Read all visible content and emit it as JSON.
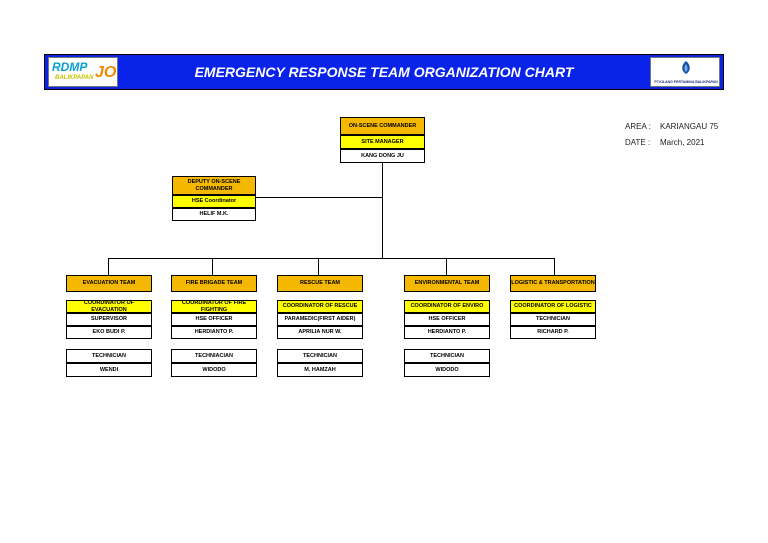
{
  "header": {
    "title": "EMERGENCY RESPONSE TEAM ORGANIZATION CHART",
    "logo_left": {
      "text_main": "RDMP",
      "text_sub": "BALIKPAPAN",
      "text_jo": "JO"
    },
    "logo_right": {
      "text": "PT.KILANG PERTAMINA BALIKPAPAN"
    }
  },
  "meta": {
    "area_label": "AREA :",
    "area_value": "KARIANGAU 75",
    "date_label": "DATE :",
    "date_value": "March, 2021"
  },
  "commander": {
    "title": "ON-SCENE COMMANDER",
    "role": "SITE MANAGER",
    "name": "KANG DONG JU"
  },
  "deputy": {
    "title": "DEPUTY ON-SCENE COMMANDER",
    "role": "HSE Coordinator",
    "name": "HELIF M.K."
  },
  "teams": [
    {
      "title": "EVACUATION TEAM",
      "coordinator": "COORDINATOR OF EVACUATION",
      "position": "SUPERVISOR",
      "person": "EKO BUDI P.",
      "member_role": "TECHNICIAN",
      "member_name": "WENDI"
    },
    {
      "title": "FIRE BRIGADE TEAM",
      "coordinator": "COORDINATOR OF FIRE FIGHTING",
      "position": "HSE OFFICER",
      "person": "HERDIANTO P.",
      "member_role": "TECHNIACIAN",
      "member_name": "WIDODO"
    },
    {
      "title": "RESCUE TEAM",
      "coordinator": "COORDINATOR OF RESCUE",
      "position": "PARAMEDIC(FIRST AIDER)",
      "person": "APRILIA NUR W.",
      "member_role": "TECHNICIAN",
      "member_name": "M. HAMZAH"
    },
    {
      "title": "ENVIRONMENTAL TEAM",
      "coordinator": "COORDINATOR OF ENVIRO",
      "position": "HSE OFFICER",
      "person": "HERDIANTO P.",
      "member_role": "TECHNICIAN",
      "member_name": "WIDODO"
    },
    {
      "title": "LOGISTIC & TRANSPORTATION",
      "coordinator": "COORDINATOR OF LOGISTIC",
      "position": "TECHNICIAN",
      "person": "RICHARD P."
    }
  ],
  "colors": {
    "header_bg": "#0a23e8",
    "team_title": "#f5b800",
    "coordinator": "#ffff00",
    "box": "#ffffff"
  }
}
